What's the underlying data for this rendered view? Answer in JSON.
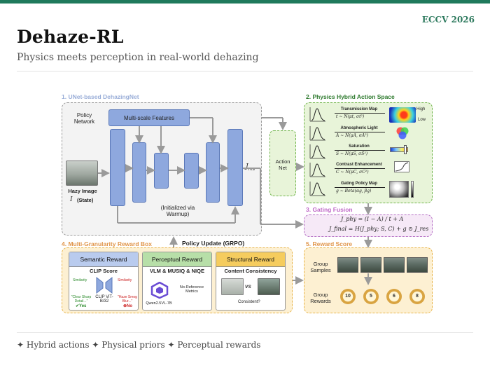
{
  "header": {
    "venue": "ECCV 2026",
    "title": "Dehaze-RL",
    "subtitle": "Physics meets perception in real-world dehazing"
  },
  "sections": {
    "unet": "1. UNet-based DehazingNet",
    "action_space": "2. Physics Hybrid Action Space",
    "gating": "3. Gating Fusion",
    "reward_box": "4. Multi-Granularity Reward Box",
    "reward_score": "5. Reward Score"
  },
  "unet": {
    "policy_network": "Policy Network",
    "multiscale": "Multi-scale Features",
    "hazy_image": "Hazy Image",
    "state_symbol": "I",
    "state_label": "(State)",
    "init_note": "(Initialized via Warmup)",
    "j_res": "J",
    "j_res_sub": "res",
    "action_net": "Action Net"
  },
  "actions": [
    {
      "name": "Transmission Map",
      "formula": "t ~ N(μt, σt²)"
    },
    {
      "name": "Atmospheric Light",
      "formula": "A ~ N(μA, σA²)"
    },
    {
      "name": "Saturation",
      "formula": "S ~ N(μS, σS²)"
    },
    {
      "name": "Contrast Enhancement",
      "formula": "C ~ N(μC, σC²)"
    },
    {
      "name": "Gating Policy Map",
      "formula": "g ~ Beta(αg, βg)"
    }
  ],
  "legend": {
    "high": "High",
    "low": "Low"
  },
  "gating": {
    "eq1": "J_phy = (I − A) / t + A",
    "eq2": "J_final = H(J_phy; S, C) + g ⊙ J_res"
  },
  "policy_update": "Policy Update (GRPO)",
  "rewards": {
    "semantic": {
      "title": "Semantic Reward",
      "sub": "CLIP Score",
      "model": "CLIP ViT-B/32",
      "left_sim": "Similarity",
      "right_sim": "Similarity",
      "left_quote": "\"Clear Sharp Detail...\"",
      "right_quote": "\"Haze Smog Blur...\"",
      "yes": "Yes",
      "no": "No"
    },
    "perceptual": {
      "title": "Perceptual Reward",
      "sub": "VLM & MUSIQ & NIQE",
      "model": "Qwen2.5VL-7B",
      "note": "No-Reference Metrics"
    },
    "structural": {
      "title": "Structural Reward",
      "sub": "Content Consistency",
      "vs": "vs",
      "q": "Consistent?"
    }
  },
  "score": {
    "group_samples": "Group Samples",
    "group_rewards": "Group Rewards",
    "values": [
      10,
      5,
      6,
      8
    ]
  },
  "footer": "✦ Hybrid actions ✦ Physical priors ✦ Perceptual rewards",
  "colors": {
    "accent": "#1f7a5c",
    "unet_label": "#9aaed8",
    "green_label": "#2e7a2e",
    "gating_label": "#c06ac8",
    "reward_label": "#e0954a"
  }
}
